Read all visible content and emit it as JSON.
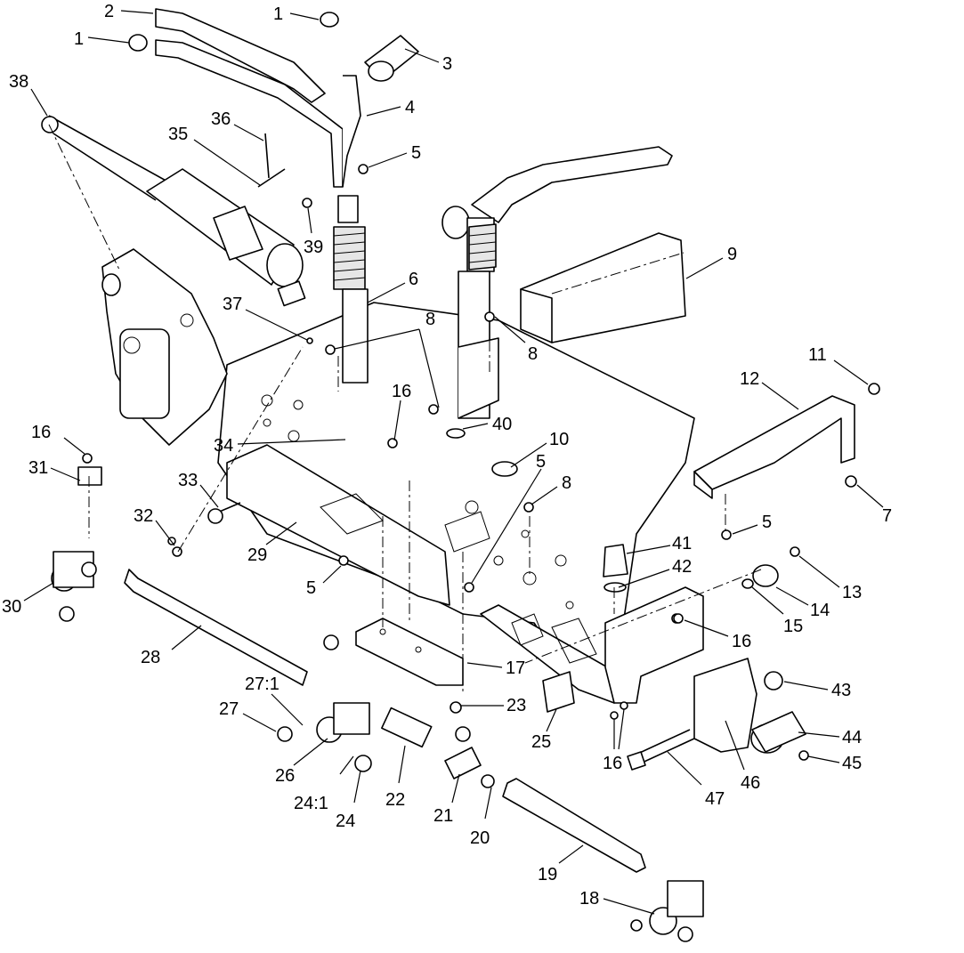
{
  "callouts": [
    {
      "id": "c1a",
      "label": "1"
    },
    {
      "id": "c1b",
      "label": "1"
    },
    {
      "id": "c2",
      "label": "2"
    },
    {
      "id": "c3",
      "label": "3"
    },
    {
      "id": "c4",
      "label": "4"
    },
    {
      "id": "c5a",
      "label": "5"
    },
    {
      "id": "c5b",
      "label": "5"
    },
    {
      "id": "c5c",
      "label": "5"
    },
    {
      "id": "c5d",
      "label": "5"
    },
    {
      "id": "c6",
      "label": "6"
    },
    {
      "id": "c7",
      "label": "7"
    },
    {
      "id": "c8a",
      "label": "8"
    },
    {
      "id": "c8b",
      "label": "8"
    },
    {
      "id": "c8c",
      "label": "8"
    },
    {
      "id": "c9",
      "label": "9"
    },
    {
      "id": "c10",
      "label": "10"
    },
    {
      "id": "c11",
      "label": "11"
    },
    {
      "id": "c12",
      "label": "12"
    },
    {
      "id": "c13",
      "label": "13"
    },
    {
      "id": "c14",
      "label": "14"
    },
    {
      "id": "c15",
      "label": "15"
    },
    {
      "id": "c16a",
      "label": "16"
    },
    {
      "id": "c16b",
      "label": "16"
    },
    {
      "id": "c16c",
      "label": "16"
    },
    {
      "id": "c16d",
      "label": "16"
    },
    {
      "id": "c17",
      "label": "17"
    },
    {
      "id": "c18",
      "label": "18"
    },
    {
      "id": "c19",
      "label": "19"
    },
    {
      "id": "c20",
      "label": "20"
    },
    {
      "id": "c21",
      "label": "21"
    },
    {
      "id": "c22",
      "label": "22"
    },
    {
      "id": "c23",
      "label": "23"
    },
    {
      "id": "c24",
      "label": "24"
    },
    {
      "id": "c24_1",
      "label": "24:1"
    },
    {
      "id": "c25",
      "label": "25"
    },
    {
      "id": "c26",
      "label": "26"
    },
    {
      "id": "c27",
      "label": "27"
    },
    {
      "id": "c27_1",
      "label": "27:1"
    },
    {
      "id": "c28",
      "label": "28"
    },
    {
      "id": "c29",
      "label": "29"
    },
    {
      "id": "c30",
      "label": "30"
    },
    {
      "id": "c31",
      "label": "31"
    },
    {
      "id": "c32",
      "label": "32"
    },
    {
      "id": "c33",
      "label": "33"
    },
    {
      "id": "c34",
      "label": "34"
    },
    {
      "id": "c35",
      "label": "35"
    },
    {
      "id": "c36",
      "label": "36"
    },
    {
      "id": "c37",
      "label": "37"
    },
    {
      "id": "c38",
      "label": "38"
    },
    {
      "id": "c39",
      "label": "39"
    },
    {
      "id": "c40",
      "label": "40"
    },
    {
      "id": "c41",
      "label": "41"
    },
    {
      "id": "c42",
      "label": "42"
    },
    {
      "id": "c43",
      "label": "43"
    },
    {
      "id": "c44",
      "label": "44"
    },
    {
      "id": "c45",
      "label": "45"
    },
    {
      "id": "c46",
      "label": "46"
    },
    {
      "id": "c47",
      "label": "47"
    }
  ]
}
